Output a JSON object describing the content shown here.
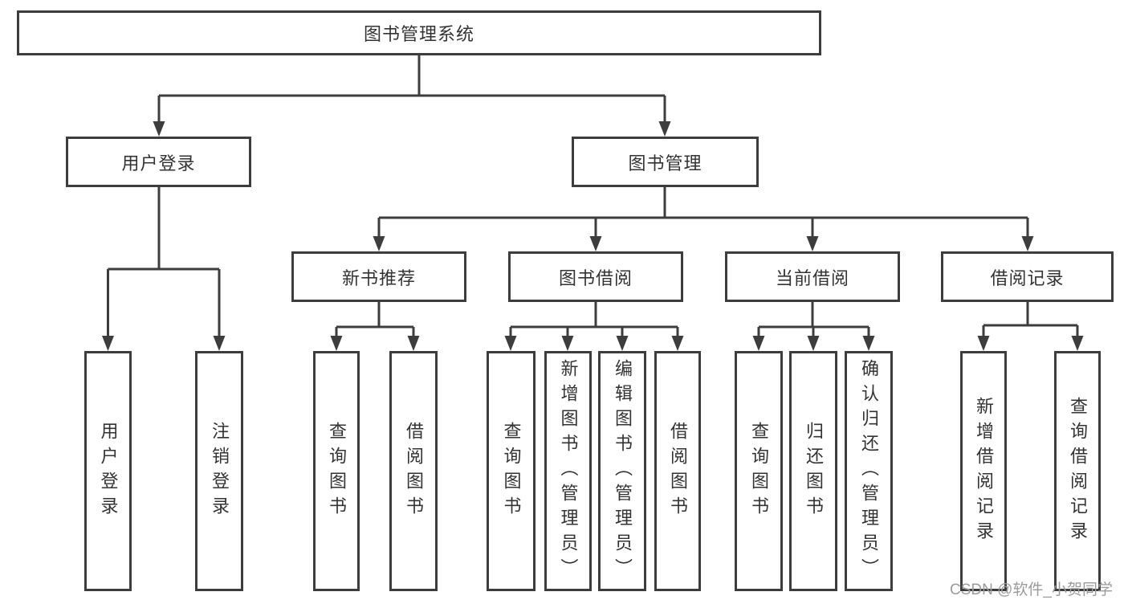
{
  "diagram": {
    "title": "图书管理系统",
    "level2": {
      "user_login": "用户登录",
      "book_management": "图书管理"
    },
    "level3": {
      "new_book_recommend": "新书推荐",
      "book_borrow": "图书借阅",
      "current_borrow": "当前借阅",
      "borrow_record": "借阅记录"
    },
    "leaves": {
      "user_login_children": [
        "用户登录",
        "注销登录"
      ],
      "new_book_children": [
        "查询图书",
        "借阅图书"
      ],
      "book_borrow_children": [
        "查询图书",
        "新增图书（管理员）",
        "编辑图书（管理员）",
        "借阅图书"
      ],
      "current_borrow_children": [
        "查询图书",
        "归还图书",
        "确认归还（管理员）"
      ],
      "borrow_record_children": [
        "新增借阅记录",
        "查询借阅记录"
      ]
    }
  },
  "watermark": "CSDN @软件_小贺同学",
  "colors": {
    "line": "#3d3d3d",
    "box_border": "#3d3d3d",
    "text": "#333333",
    "watermark_text": "#9b9b9b",
    "background": "#ffffff"
  }
}
